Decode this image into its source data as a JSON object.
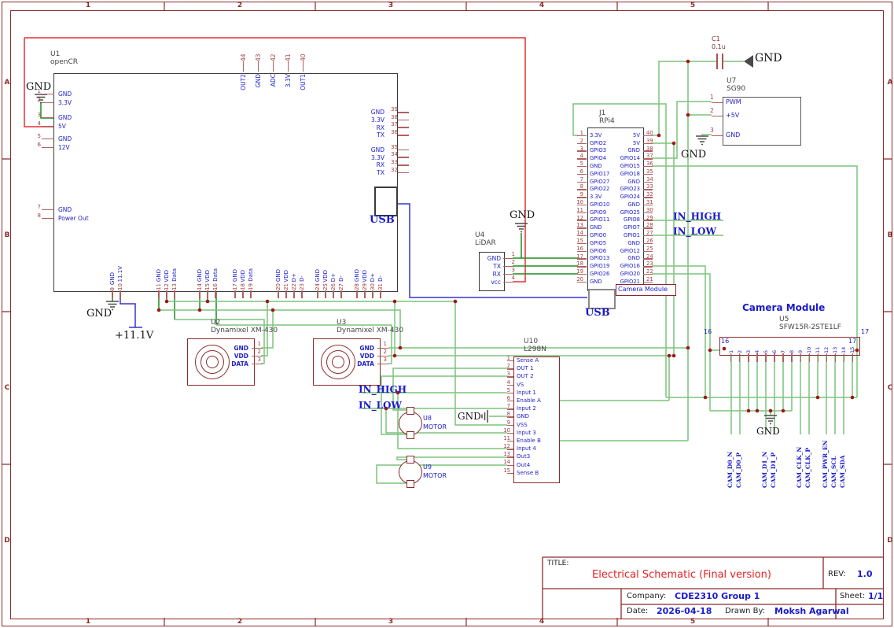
{
  "zones": {
    "cols": [
      {
        "t": "1"
      },
      {
        "t": "2"
      },
      {
        "t": "3"
      },
      {
        "t": "4"
      },
      {
        "t": "5"
      }
    ],
    "rows": [
      {
        "t": "A"
      },
      {
        "t": "B"
      },
      {
        "t": "C"
      },
      {
        "t": "D"
      }
    ]
  },
  "labels": {
    "gnd": "GND",
    "v111": "+11.1V",
    "in_high": "IN_HIGH",
    "in_low": "IN_LOW",
    "usb": "USB",
    "camera_module_small": "Camera Module",
    "camera_heading": "Camera Module"
  },
  "u1": {
    "ref": "U1",
    "name": "openCR",
    "left_pins": [
      {
        "n": "1",
        "label": "GND",
        "cls": ""
      },
      {
        "n": "2",
        "label": "3.3V",
        "cls": ""
      },
      {
        "n": "3",
        "label": "GND",
        "cls": "mt8"
      },
      {
        "n": "4",
        "label": "5V",
        "cls": ""
      },
      {
        "n": "5",
        "label": "GND",
        "cls": "mt5"
      },
      {
        "n": "6",
        "label": "12V",
        "cls": ""
      },
      {
        "n": "7",
        "label": "GND",
        "cls": "mt68"
      },
      {
        "n": "8",
        "label": "Power Out",
        "cls": ""
      }
    ],
    "top_pins": [
      {
        "n": "44",
        "label": "OUT2"
      },
      {
        "n": "43",
        "label": "GND"
      },
      {
        "n": "42",
        "label": "ADC"
      },
      {
        "n": "41",
        "label": "3.3V"
      },
      {
        "n": "40",
        "label": "OUT1"
      }
    ],
    "right_pins": [
      {
        "n": "39",
        "label": "GND",
        "cls": ""
      },
      {
        "n": "38",
        "label": "3.3V",
        "cls": ""
      },
      {
        "n": "37",
        "label": "RX",
        "cls": ""
      },
      {
        "n": "36",
        "label": "TX",
        "cls": ""
      },
      {
        "n": "35",
        "label": "GND",
        "cls": "mt9"
      },
      {
        "n": "34",
        "label": "3.3V",
        "cls": ""
      },
      {
        "n": "33",
        "label": "RX",
        "cls": ""
      },
      {
        "n": "32",
        "label": "TX",
        "cls": ""
      }
    ],
    "bottom_pins": [
      {
        "n": "9",
        "label": "GND",
        "cls": ""
      },
      {
        "n": "10",
        "label": "11.1V",
        "cls": ""
      },
      {
        "n": "11",
        "label": "GND",
        "cls": "ml39"
      },
      {
        "n": "12",
        "label": "VDD",
        "cls": ""
      },
      {
        "n": "13",
        "label": "Data",
        "cls": ""
      },
      {
        "n": "14",
        "label": "GND",
        "cls": "ml22"
      },
      {
        "n": "15",
        "label": "VDD",
        "cls": ""
      },
      {
        "n": "16",
        "label": "Data",
        "cls": ""
      },
      {
        "n": "17",
        "label": "GND",
        "cls": "ml15"
      },
      {
        "n": "18",
        "label": "VDD",
        "cls": ""
      },
      {
        "n": "19",
        "label": "Data",
        "cls": ""
      },
      {
        "n": "20",
        "label": "GND",
        "cls": "ml25"
      },
      {
        "n": "21",
        "label": "VDD",
        "cls": ""
      },
      {
        "n": "22",
        "label": "D+",
        "cls": ""
      },
      {
        "n": "23",
        "label": "D-",
        "cls": ""
      },
      {
        "n": "24",
        "label": "GND",
        "cls": "ml10"
      },
      {
        "n": "25",
        "label": "VDD",
        "cls": ""
      },
      {
        "n": "26",
        "label": "D+",
        "cls": ""
      },
      {
        "n": "27",
        "label": "D-",
        "cls": ""
      },
      {
        "n": "28",
        "label": "GND",
        "cls": "ml10"
      },
      {
        "n": "29",
        "label": "VDD",
        "cls": ""
      },
      {
        "n": "30",
        "label": "D+",
        "cls": ""
      },
      {
        "n": "31",
        "label": "D-",
        "cls": ""
      }
    ]
  },
  "j1": {
    "ref": "J1",
    "name": "RPi4",
    "rows": [
      {
        "ln": "1",
        "lname": "3.3V",
        "rname": "5V",
        "rn": "40"
      },
      {
        "ln": "2",
        "lname": "GPIO2",
        "rname": "5V",
        "rn": "39"
      },
      {
        "ln": "3",
        "lname": "GPIO3",
        "rname": "GND",
        "rn": "38"
      },
      {
        "ln": "4",
        "lname": "GPIO4",
        "rname": "GPIO14",
        "rn": "37"
      },
      {
        "ln": "5",
        "lname": "GND",
        "rname": "GPIO15",
        "rn": "36"
      },
      {
        "ln": "6",
        "lname": "GPIO17",
        "rname": "GPIO18",
        "rn": "35"
      },
      {
        "ln": "7",
        "lname": "GPIO27",
        "rname": "GND",
        "rn": "34"
      },
      {
        "ln": "8",
        "lname": "GPIO22",
        "rname": "GPIO23",
        "rn": "33"
      },
      {
        "ln": "9",
        "lname": "3.3V",
        "rname": "GPIO24",
        "rn": "32"
      },
      {
        "ln": "10",
        "lname": "GPIO10",
        "rname": "GND",
        "rn": "31"
      },
      {
        "ln": "11",
        "lname": "GPIO9",
        "rname": "GPIO25",
        "rn": "30"
      },
      {
        "ln": "12",
        "lname": "GPIO11",
        "rname": "GPIO8",
        "rn": "29"
      },
      {
        "ln": "13",
        "lname": "GND",
        "rname": "GPIO7",
        "rn": "28"
      },
      {
        "ln": "14",
        "lname": "GPIO0",
        "rname": "GPIO1",
        "rn": "27"
      },
      {
        "ln": "15",
        "lname": "GPIO5",
        "rname": "GND",
        "rn": "26"
      },
      {
        "ln": "16",
        "lname": "GPIO6",
        "rname": "GPIO12",
        "rn": "25"
      },
      {
        "ln": "17",
        "lname": "GPIO13",
        "rname": "GND",
        "rn": "24"
      },
      {
        "ln": "18",
        "lname": "GPIO19",
        "rname": "GPIO16",
        "rn": "23"
      },
      {
        "ln": "19",
        "lname": "GPIO26",
        "rname": "GPIO20",
        "rn": "22"
      },
      {
        "ln": "20",
        "lname": "GND",
        "rname": "GPIO21",
        "rn": "21"
      }
    ]
  },
  "u4": {
    "ref": "U4",
    "name": "LiDAR",
    "pins": [
      {
        "n": "1",
        "label": "GND"
      },
      {
        "n": "2",
        "label": "TX"
      },
      {
        "n": "3",
        "label": "RX"
      },
      {
        "n": "4",
        "label": "vcc"
      }
    ]
  },
  "u7": {
    "ref": "U7",
    "name": "SG90",
    "pins": [
      {
        "n": "1",
        "label": "PWM",
        "cls": ""
      },
      {
        "n": "2",
        "label": "+5V",
        "cls": "mt6"
      },
      {
        "n": "3",
        "label": "GND",
        "cls": "mt14"
      }
    ]
  },
  "c1": {
    "ref": "C1",
    "value": "0.1u"
  },
  "u2": {
    "ref": "U2",
    "name": "Dynamixel XM-430",
    "pins": [
      {
        "label": "GND",
        "n": "1"
      },
      {
        "label": "VDD",
        "n": "2"
      },
      {
        "label": "DATA",
        "n": "3"
      }
    ]
  },
  "u3": {
    "ref": "U3",
    "name": "Dynamixel XM-430",
    "pins": [
      {
        "label": "GND",
        "n": "1"
      },
      {
        "label": "VDD",
        "n": "2"
      },
      {
        "label": "DATA",
        "n": "3"
      }
    ]
  },
  "u10": {
    "ref": "U10",
    "name": "L298N",
    "pins": [
      {
        "n": "1",
        "label": "Sense A",
        "cls": ""
      },
      {
        "n": "2",
        "label": "OUT 1",
        "cls": ""
      },
      {
        "n": "3",
        "label": "OUT 2",
        "cls": ""
      },
      {
        "n": "4",
        "label": "VS",
        "cls": ""
      },
      {
        "n": "5",
        "label": "Input 1",
        "cls": ""
      },
      {
        "n": "6",
        "label": "Enable A",
        "cls": ""
      },
      {
        "n": "7",
        "label": "Input 2",
        "cls": ""
      },
      {
        "n": "8",
        "label": "GND",
        "cls": "dk"
      },
      {
        "n": "9",
        "label": "VSS",
        "cls": "dk"
      },
      {
        "n": "10",
        "label": "Input 3",
        "cls": ""
      },
      {
        "n": "11",
        "label": "Enable B",
        "cls": ""
      },
      {
        "n": "12",
        "label": "Input 4",
        "cls": ""
      },
      {
        "n": "13",
        "label": "Out3",
        "cls": ""
      },
      {
        "n": "14",
        "label": "Out4",
        "cls": ""
      },
      {
        "n": "15",
        "label": "Sense B",
        "cls": ""
      }
    ]
  },
  "u8": {
    "ref": "U8",
    "label": "MOTOR"
  },
  "u9": {
    "ref": "U9",
    "label": "MOTOR"
  },
  "u5": {
    "ref": "U5",
    "name": "SFW15R-2STE1LF",
    "pin16": "16",
    "pin17": "17",
    "numbers": [
      {
        "t": "1"
      },
      {
        "t": "2"
      },
      {
        "t": "3"
      },
      {
        "t": "4"
      },
      {
        "t": "5"
      },
      {
        "t": "6"
      },
      {
        "t": "7"
      },
      {
        "t": "8"
      },
      {
        "t": "9"
      },
      {
        "t": "10"
      },
      {
        "t": "11"
      },
      {
        "t": "12"
      },
      {
        "t": "13"
      },
      {
        "t": "14"
      },
      {
        "t": "15"
      }
    ],
    "net_labels": [
      {
        "t": "CAM_D0_N"
      },
      {
        "t": "CAM_D0_P"
      },
      {
        "t": "CAM_D1_N"
      },
      {
        "t": "CAM_D1_P"
      },
      {
        "t": "CAM_CLK_N"
      },
      {
        "t": "CAM_CLK_P"
      },
      {
        "t": "CAM_PWR_EN"
      },
      {
        "t": "CAM_SCL"
      },
      {
        "t": "CAM_SDA"
      }
    ]
  },
  "title_block": {
    "title_label": "TITLE:",
    "title": "Electrical Schematic (Final version)",
    "rev_label": "REV:",
    "rev": "1.0",
    "company_label": "Company:",
    "company": "CDE2310 Group 1",
    "sheet_label": "Sheet:",
    "sheet": "1/1",
    "date_label": "Date:",
    "date": "2026-04-18",
    "drawn_label": "Drawn By:",
    "drawn_by": "Moksh Agarwal"
  },
  "colors": {
    "border": "#8b2a2a",
    "wire_green": "#1f8c1f",
    "wire_green_light": "#7cc47c",
    "wire_red": "#e53030",
    "wire_blue": "#3535d0",
    "pin_name": "#2222cc",
    "pin_number": "#a04040",
    "title_red": "#e82222",
    "value_blue": "#1a1acc"
  }
}
